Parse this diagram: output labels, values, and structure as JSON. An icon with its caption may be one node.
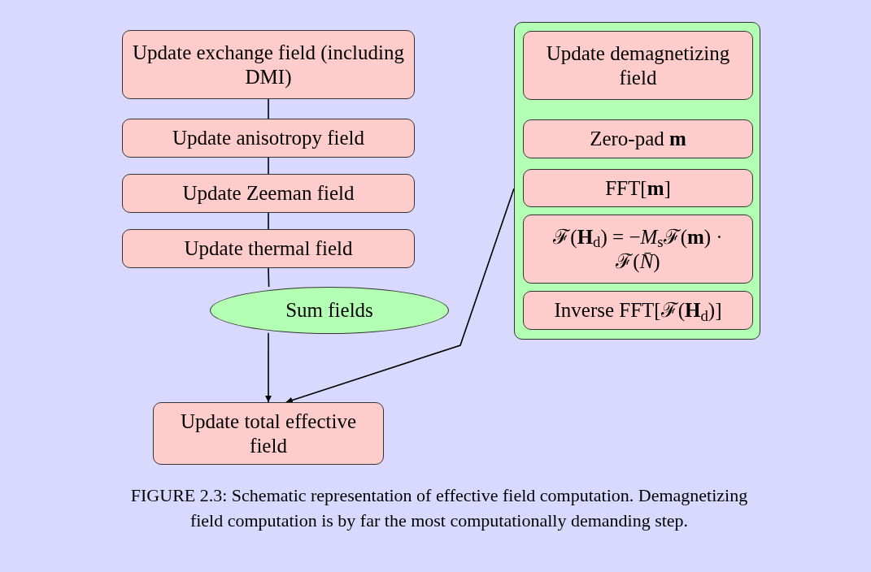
{
  "diagram": {
    "nodes": [
      {
        "text": [
          "Update exchange field (including DMI)"
        ]
      },
      {
        "text": [
          "Update anisotropy field"
        ]
      },
      {
        "text": [
          "Update Zeeman field"
        ]
      },
      {
        "text": [
          "Update thermal field"
        ]
      },
      {
        "text": [
          "Sum fields"
        ]
      },
      {
        "text": [
          "Update total effective field"
        ]
      },
      {
        "text": [],
        "shape": "box"
      },
      {
        "text": [
          "Update demagnetizing field"
        ],
        "in": 6
      },
      {
        "text": [
          "Zero-pad **m**"
        ],
        "in": 6
      },
      {
        "text": [
          "FFT[**m**]"
        ],
        "in": 6
      },
      {
        "text": [
          "ℱ(**H**$_{d}$) = −*M*$_{s}$ℱ(**m**) · ℱ(*N̄*)"
        ],
        "in": 6
      },
      {
        "text": [
          "Inverse FFT[ℱ(**H**$_{d}$)]"
        ],
        "in": 6
      }
    ],
    "edges": [
      {
        "from": 0,
        "to": 1,
        "arrow": "none"
      },
      {
        "from": 1,
        "to": 2,
        "arrow": "none"
      },
      {
        "from": 2,
        "to": 3,
        "arrow": "none"
      },
      {
        "from": 3,
        "to": 4,
        "arrow": "none"
      },
      {
        "from": 4,
        "to": 5,
        "arrow": "to"
      },
      {
        "from": 6,
        "to": 5,
        "arrow": "to"
      }
    ],
    "caption": "FIGURE 2.3: Schematic representation of effective field computation. Demagnetizing field computation is by far the most computationally demanding step."
  }
}
